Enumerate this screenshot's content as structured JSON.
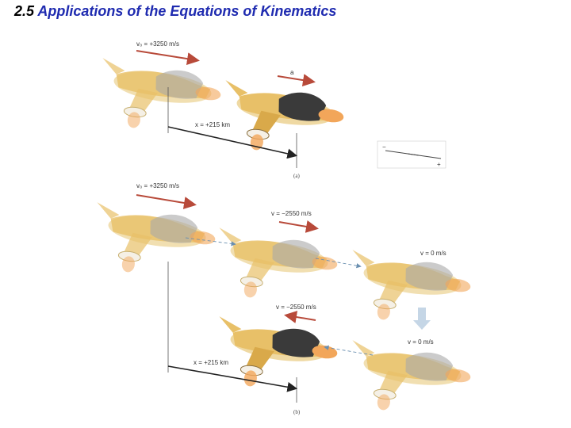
{
  "title": {
    "number": "2.5",
    "text": "Applications of the Equations of Kinematics"
  },
  "panel_a": {
    "v0_label": "v₀ = +3250 m/s",
    "a_label": "a",
    "x_label": "x = +215 km",
    "caption": "(a)",
    "axis_minus": "−",
    "axis_plus": "+"
  },
  "panel_b": {
    "v0_label": "v₀ = +3250 m/s",
    "v1_label": "v = −2550 m/s",
    "v2_label": "v = 0 m/s",
    "v3_label": "v = −2550 m/s",
    "v4_label": "v = 0 m/s",
    "x_label": "x = +215 km",
    "caption": "(b)"
  },
  "colors": {
    "title_accent": "#1f2bb0",
    "arrow_red": "#b84a3a",
    "ship_gold": "#e8c068",
    "ship_dark": "#3a3a3a",
    "flame": "#f2a65a",
    "dash_blue": "#6a8fb0"
  }
}
